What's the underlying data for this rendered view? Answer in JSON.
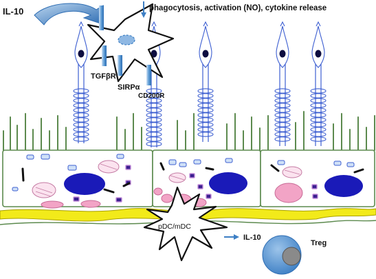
{
  "labels": {
    "il10_top": "IL-10",
    "phago": "phagocytosis, activation (NO), cytokine release",
    "tgfbr": "TGFβR",
    "sirpa": "SIRPα",
    "cd200r": "CD200R",
    "pdc": "pDC/mDC",
    "il10_bottom": "IL-10",
    "treg": "Treg"
  },
  "colors": {
    "receptor_blue": "#3d7fc4",
    "outline_green": "#5c8a4e",
    "nucleus_blue": "#1a1ab8",
    "membrane_yellow": "#f2ea1a",
    "pink": "#f2a4c6",
    "treg_blue": "#5b9bd5",
    "treg_grey": "#8a8a8a"
  }
}
